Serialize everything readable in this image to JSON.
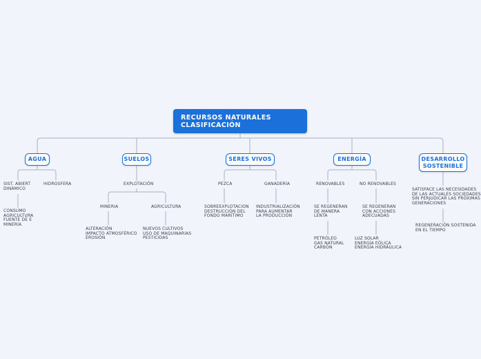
{
  "colors": {
    "canvas_background": "#f1f4fb",
    "root_fill": "#1c70d9",
    "root_text": "#ffffff",
    "node_border": "#1a6fdc",
    "node_text": "#1a6fdc",
    "connector_line": "#aab1bc",
    "leaf_text": "#3b4049"
  },
  "root": {
    "label": "RECURSOS NATURALES\nCLASIFICACIÓN"
  },
  "branches": {
    "agua": {
      "label": "AGUA",
      "children": {
        "sistema": {
          "label": "SIST. ABIERT\nDINÁMICO",
          "children": {
            "usos": {
              "label": "CONSUMO\nAGRICULTURA\nFUENTE DE E\nMINERÍA"
            }
          }
        },
        "hidrosfera": {
          "label": "HIDROSFERA"
        }
      }
    },
    "suelos": {
      "label": "SUELOS",
      "children": {
        "explotacion": {
          "label": "EXPLOTACIÓN",
          "children": {
            "mineria": {
              "label": "MINERIA",
              "children": {
                "efectos": {
                  "label": "ALTERACIÓN\nIMPACTO ATMOSFÉRICO\nEROSIÓN"
                }
              }
            },
            "agricultura": {
              "label": "AGRICULTURA",
              "children": {
                "efectos": {
                  "label": "NUEVOS CULTIVOS\nUSO DE MAQUINARIAS\nPESTICIDAS"
                }
              }
            }
          }
        }
      }
    },
    "seres_vivos": {
      "label": "SERES VIVOS",
      "children": {
        "pezca": {
          "label": "PEZCA",
          "children": {
            "efectos": {
              "label": "SOBREEXPLOTACION\nDESTRUCCIÓN DEL\nFONDO MARÍTIMO"
            }
          }
        },
        "ganaderia": {
          "label": "GANADERÍA",
          "children": {
            "efectos": {
              "label": "INDUSTRIALIZACIÓN\nPARA AUMENTAR\nLA PRODUCCIÓN"
            }
          }
        }
      }
    },
    "energia": {
      "label": "ENERGÍA",
      "children": {
        "renovables": {
          "label": "RENOVABLES",
          "children": {
            "descripcion": {
              "label": "SE REGENERAN\nDE MANERA\nLENTA",
              "children": {
                "ejemplos": {
                  "label": "PETRÓLEO\nGAS NATURAL\nCARBÓN"
                }
              }
            }
          }
        },
        "no_renovables": {
          "label": "NO RENOVABLES",
          "children": {
            "descripcion": {
              "label": "SE REGENERAN\nCON ACCIONES\nADECUADAS",
              "children": {
                "ejemplos": {
                  "label": "LUZ SOLAR\nENERGÍA EÓLICA\nENERGÍA HIDRÁULICA"
                }
              }
            }
          }
        }
      }
    },
    "desarrollo_sostenible": {
      "label": "DESARROLLO\nSOSTENIBLE",
      "children": {
        "definicion": {
          "label": "SATISFACE LAS NECESIDADES\nDE LAS ACTUALES SOCIEDADES\nSIN PERJUDICAR LAS PRÓXIMAS\nGENERACIONES",
          "children": {
            "regeneracion": {
              "label": "REGENERACIÓN SOSTENIDA\nEN EL TIEMPO"
            }
          }
        }
      }
    }
  }
}
